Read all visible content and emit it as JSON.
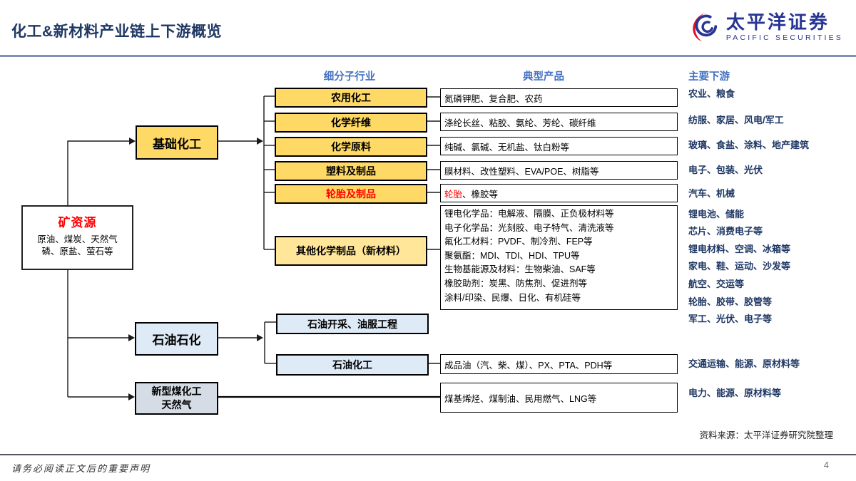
{
  "page": {
    "title": "化工&新材料产业链上下游概览",
    "source_note": "资料来源：太平洋证券研究院整理",
    "disclaimer": "请务必阅读正文后的重要声明",
    "page_number": "4"
  },
  "logo": {
    "name_cn": "太平洋证券",
    "name_en": "PACIFIC SECURITIES"
  },
  "column_headers": {
    "sub_industry": "细分子行业",
    "typical_products": "典型产品",
    "main_downstream": "主要下游"
  },
  "mineral": {
    "title": "矿资源",
    "desc": "原油、煤炭、天然气 磷、原盐、萤石等"
  },
  "nodes": {
    "basic_chemical": "基础化工",
    "petrochemical": "石油石化",
    "coal_line1": "新型煤化工",
    "coal_line2": "天然气"
  },
  "rows": [
    {
      "industry": "农用化工",
      "products": "氮磷钾肥、复合肥、农药"
    },
    {
      "industry": "化学纤维",
      "products": "涤纶长丝、粘胶、氨纶、芳纶、碳纤维"
    },
    {
      "industry": "化学原料",
      "products": "纯碱、氯碱、无机盐、钛白粉等"
    },
    {
      "industry": "塑料及制品",
      "products": "膜材料、改性塑料、EVA/POE、树脂等"
    },
    {
      "industry": "轮胎及制品",
      "products_red": "轮胎",
      "products_rest": "、橡胶等"
    }
  ],
  "other_chem": {
    "label": "其他化学制品（新材料）",
    "product_lines": [
      "锂电化学品：电解液、隔膜、正负极材料等",
      "电子化学品：光刻胶、电子特气、清洗液等",
      "氟化工材料：PVDF、制冷剂、FEP等",
      "聚氨酯：MDI、TDI、HDI、TPU等",
      "生物基能源及材料：生物柴油、SAF等",
      "橡胶助剂：炭黑、防焦剂、促进剂等",
      "涂料/印染、民爆、日化、有机硅等"
    ]
  },
  "petro": {
    "exploration": "石油开采、油服工程",
    "petrochem": "石油化工",
    "petrochem_products": "成品油（汽、柴、煤）、PX、PTA、PDH等"
  },
  "coal_products": "煤基烯烃、煤制油、民用燃气、LNG等",
  "downstream": [
    "农业、粮食",
    "纺服、家居、风电/军工",
    "玻璃、食盐、涂料、地产建筑",
    "电子、包装、光伏",
    "汽车、机械",
    "锂电池、储能",
    "芯片、消费电子等",
    "锂电材料、空调、冰箱等",
    "家电、鞋、运动、沙发等",
    "航空、交运等",
    "轮胎、胶带、胶管等",
    "军工、光伏、电子等",
    "交通运输、能源、原材料等",
    "电力、能源、原材料等"
  ],
  "colors": {
    "navy": "#1F3864",
    "accent_blue": "#4472C4",
    "box_yellow": "#FFD966",
    "box_light_yellow": "#FFE699",
    "box_light_blue": "#DEEAF6",
    "box_gray_blue": "#D6DCE5",
    "highlight_red": "#FF0000",
    "logo_blue": "#283593",
    "logo_red": "#E8112D"
  }
}
